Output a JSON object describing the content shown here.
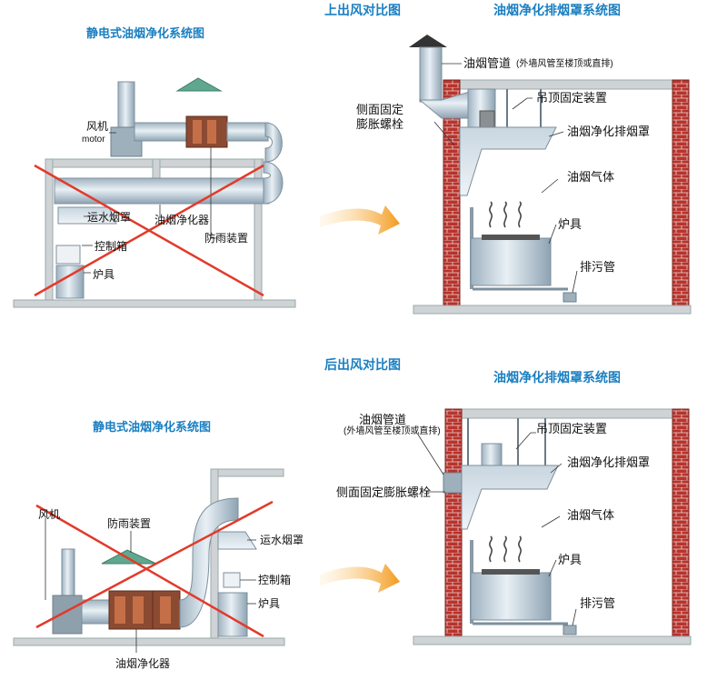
{
  "colors": {
    "title_blue": "#1a7fc1",
    "cross_red": "#e23a2a",
    "arrow_orange": "#f39a1e",
    "brick_red": "#b8332c",
    "wall_gray": "#cfd3d6",
    "metal_light": "#dbe6ee",
    "metal_dark": "#8ea3b3",
    "rain_cap_green": "#5fa88f",
    "purifier_brown": "#8b4a32"
  },
  "top": {
    "caption_center": "上出风对比图",
    "left": {
      "title": "静电式油烟净化系统图",
      "labels": {
        "fan": "风机",
        "motor": "motor",
        "water_hood": "运水烟罩",
        "purifier": "油烟净化器",
        "rain_cap": "防雨装置",
        "control_box": "控制箱",
        "stove": "炉具"
      }
    },
    "right": {
      "title": "油烟净化排烟罩系统图",
      "labels": {
        "duct": "油烟管道",
        "duct_note": "(外墙风管至楼顶或直排)",
        "ceiling_mount": "吊顶固定装置",
        "side_bolt": "侧面固定\n膨胀螺栓",
        "hood": "油烟净化排烟罩",
        "gas": "油烟气体",
        "stove": "炉具",
        "drain": "排污管"
      }
    }
  },
  "bottom": {
    "caption_center": "后出风对比图",
    "left": {
      "title": "静电式油烟净化系统图",
      "labels": {
        "fan": "风机",
        "rain_cap": "防雨装置",
        "water_hood": "运水烟罩",
        "control_box": "控制箱",
        "stove": "炉具",
        "purifier": "油烟净化器"
      }
    },
    "right": {
      "title": "油烟净化排烟罩系统图",
      "labels": {
        "duct": "油烟管道",
        "duct_note": "(外墙风管至楼顶或直排)",
        "ceiling_mount": "吊顶固定装置",
        "side_bolt": "侧面固定膨胀螺栓",
        "hood": "油烟净化排烟罩",
        "gas": "油烟气体",
        "stove": "炉具",
        "drain": "排污管"
      }
    }
  }
}
